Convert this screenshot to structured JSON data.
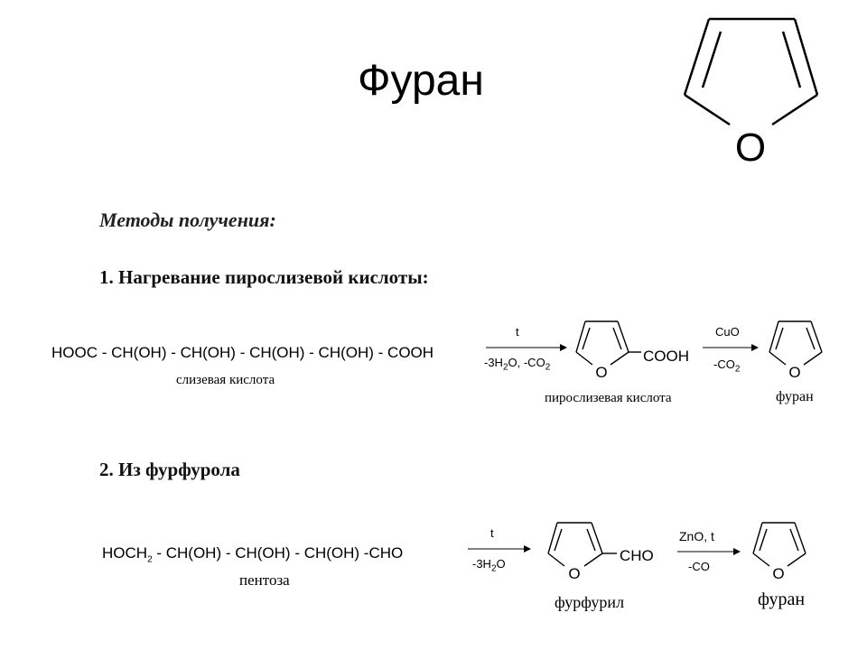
{
  "slide": {
    "title": "Фуран",
    "big_ring_atom": "O",
    "methods_heading": "Методы получения:",
    "method1": {
      "heading": "1. Нагревание пирослизевой кислоты:",
      "start_formula": "HOOC - CH(OH) - CH(OH) - CH(OH) - CH(OH) - COOH",
      "start_name": "слизевая кислота",
      "arrow1_top": "t",
      "arrow1_bottom_a": "-3H",
      "arrow1_bottom_sub1": "2",
      "arrow1_bottom_b": "O, -CO",
      "arrow1_bottom_sub2": "2",
      "intermediate_ring_atom": "O",
      "intermediate_group": "COOH",
      "intermediate_name": "пирослизевая кислота",
      "arrow2_top": "CuO",
      "arrow2_bottom_a": "-CO",
      "arrow2_bottom_sub": "2",
      "product_ring_atom": "O",
      "product_name": "фуран"
    },
    "method2": {
      "heading": "2. Из фурфурола",
      "start_formula_a": "HOCH",
      "start_formula_sub": "2",
      "start_formula_b": " - CH(OH) - CH(OH) - CH(OH) -CHO",
      "start_name": "пентоза",
      "arrow1_top": "t",
      "arrow1_bottom_a": "-3H",
      "arrow1_bottom_sub": "2",
      "arrow1_bottom_b": "O",
      "intermediate_ring_atom": "O",
      "intermediate_group": "CHO",
      "intermediate_name": "фурфурил",
      "arrow2_top": "ZnO, t",
      "arrow2_bottom": "-CO",
      "product_ring_atom": "O",
      "product_name": "фуран"
    }
  }
}
